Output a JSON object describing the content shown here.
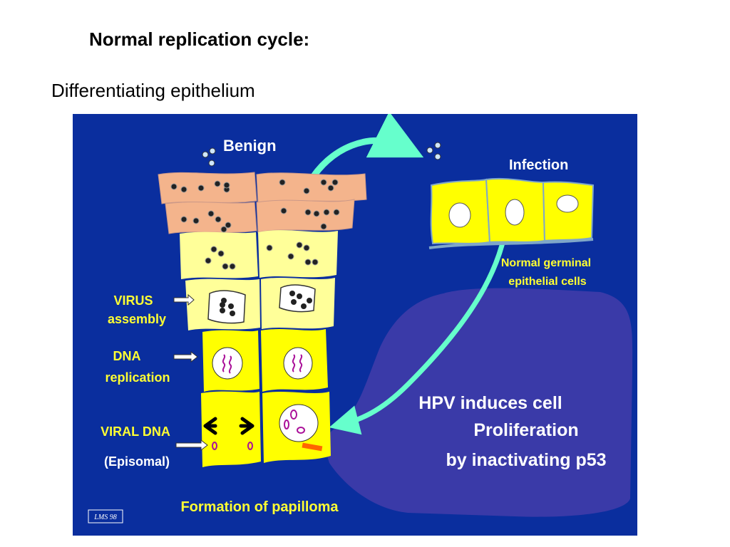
{
  "header": {
    "title": "Normal replication cycle:",
    "subtitle": "Differentiating epithelium"
  },
  "diagram": {
    "labels": {
      "benign": "Benign",
      "infection": "Infection",
      "germinal_line1": "Normal germinal",
      "germinal_line2": "epithelial cells",
      "virus_line1": "VIRUS",
      "virus_line2": "assembly",
      "dna_line1": "DNA",
      "dna_line2": "replication",
      "viral_dna": "VIRAL DNA",
      "episomal": "(Episomal)",
      "formation": "Formation of papilloma",
      "hpv_line1": "HPV induces cell",
      "hpv_line2": "Proliferation",
      "hpv_line3": "by inactivating p53",
      "signature": "LMS 98"
    },
    "colors": {
      "background": "#0a2e9e",
      "blob": "#3a3aa8",
      "arrow": "#66ffcc",
      "salmon_cells": "#f4b48c",
      "pale_cells": "#ffff99",
      "yellow_cells": "#ffff00",
      "membrane": "#7fa7c8",
      "episome": "#aa1199",
      "marker": "#ff6600"
    }
  }
}
